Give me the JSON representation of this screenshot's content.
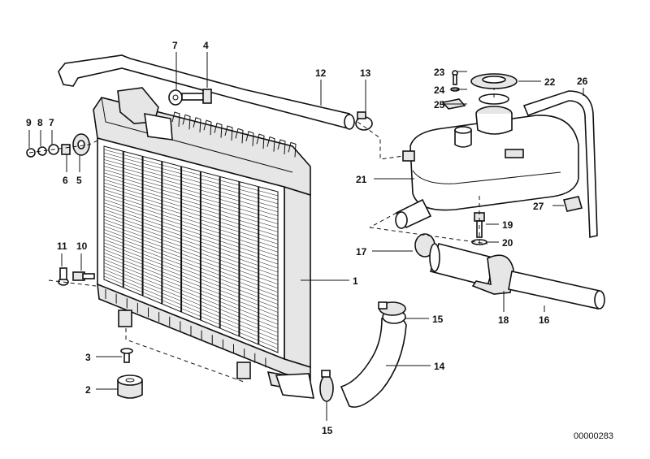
{
  "diagram": {
    "document_number": "00000283",
    "callouts": [
      {
        "id": "1",
        "label": "1"
      },
      {
        "id": "2",
        "label": "2"
      },
      {
        "id": "3",
        "label": "3"
      },
      {
        "id": "4",
        "label": "4"
      },
      {
        "id": "5",
        "label": "5"
      },
      {
        "id": "6",
        "label": "6"
      },
      {
        "id": "7a",
        "label": "7"
      },
      {
        "id": "7b",
        "label": "7"
      },
      {
        "id": "8",
        "label": "8"
      },
      {
        "id": "9",
        "label": "9"
      },
      {
        "id": "10",
        "label": "10"
      },
      {
        "id": "11",
        "label": "11"
      },
      {
        "id": "12",
        "label": "12"
      },
      {
        "id": "13",
        "label": "13"
      },
      {
        "id": "14",
        "label": "14"
      },
      {
        "id": "15a",
        "label": "15"
      },
      {
        "id": "15b",
        "label": "15"
      },
      {
        "id": "16",
        "label": "16"
      },
      {
        "id": "17",
        "label": "17"
      },
      {
        "id": "18",
        "label": "18"
      },
      {
        "id": "19",
        "label": "19"
      },
      {
        "id": "20",
        "label": "20"
      },
      {
        "id": "21",
        "label": "21"
      },
      {
        "id": "22",
        "label": "22"
      },
      {
        "id": "23",
        "label": "23"
      },
      {
        "id": "24",
        "label": "24"
      },
      {
        "id": "25",
        "label": "25"
      },
      {
        "id": "26",
        "label": "26"
      },
      {
        "id": "27",
        "label": "27"
      }
    ]
  }
}
